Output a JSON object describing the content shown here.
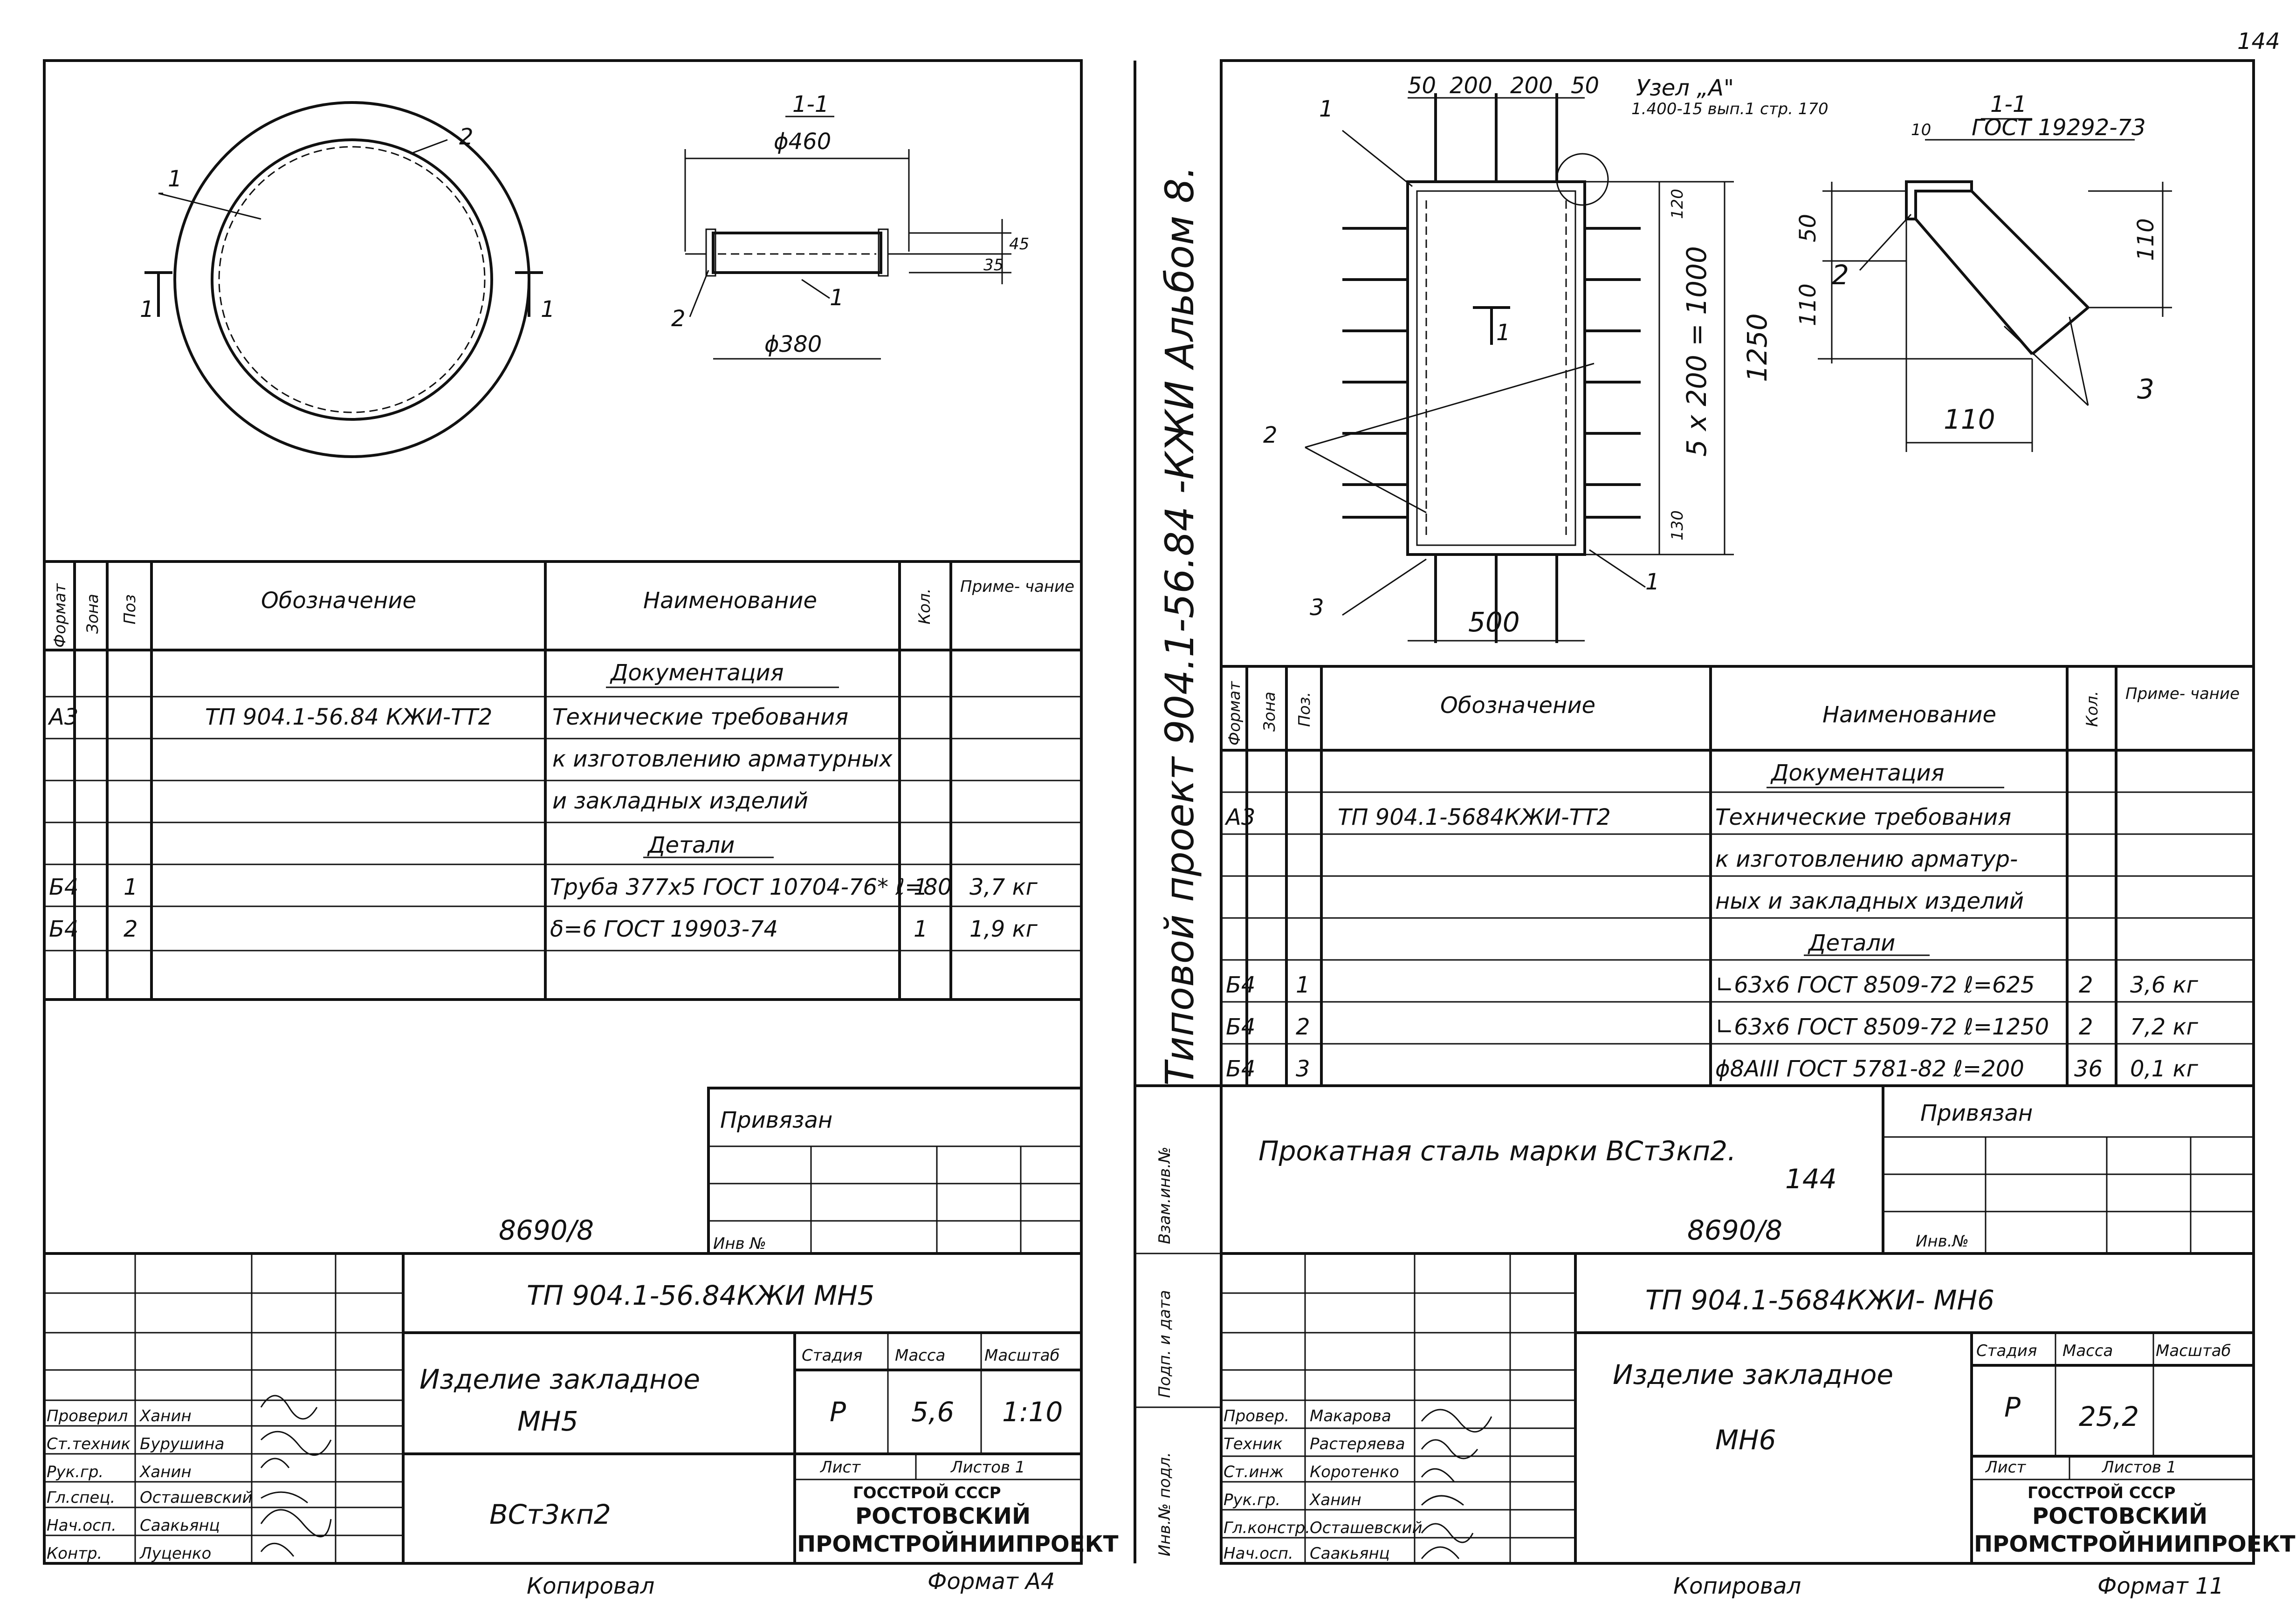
{
  "page_number": "144",
  "left_sheet": {
    "drawing": {
      "section_label": "1-1",
      "pos_1": "1",
      "pos_2": "2",
      "diameter_outer": "ϕ460",
      "diameter_inner": "ϕ380",
      "dim_35": "35",
      "dim_45": "45",
      "cut_mark": "1"
    },
    "spec": {
      "headers": {
        "format": "Формат",
        "zone": "Зона",
        "pos": "Поз",
        "designation": "Обозначение",
        "name": "Наименование",
        "qty": "Кол.",
        "note": "Приме-\nчание"
      },
      "section_docs": "Документация",
      "row_doc": {
        "format": "А3",
        "designation": "ТП 904.1-56.84 КЖИ-ТТ2",
        "name_lines": [
          "Технические требования",
          "к изготовлению арматурных",
          "и закладных изделий"
        ]
      },
      "section_parts": "Детали",
      "rows": [
        {
          "format": "Б4",
          "pos": "1",
          "name": "Труба 377х5 ГОСТ 10704-76* ℓ=80",
          "qty": "1",
          "note": "3,7 кг"
        },
        {
          "format": "Б4",
          "pos": "2",
          "name": "δ=6 ГОСТ 19903-74",
          "qty": "1",
          "note": "1,9 кг"
        }
      ]
    },
    "binding": {
      "title": "Привязан",
      "inv": "Инв №",
      "number": "8690/8"
    },
    "title_block": {
      "code": "ТП 904.1-56.84КЖИ МН5",
      "product_lines": [
        "Изделие закладное",
        "МН5"
      ],
      "material": "ВСт3кп2",
      "stage_label": "Стадия",
      "mass_label": "Масса",
      "scale_label": "Масштаб",
      "stage": "Р",
      "mass": "5,6",
      "scale": "1:10",
      "sheet_label": "Лист",
      "sheets_label": "Листов 1",
      "org_lines": [
        "ГОССТРОЙ СССР",
        "РОСТОВСКИЙ",
        "ПРОМСТРОЙНИИПРОЕКТ"
      ],
      "people": [
        {
          "role": "Проверил",
          "name": "Ханин"
        },
        {
          "role": "Ст.техник",
          "name": "Бурушина"
        },
        {
          "role": "Рук.гр.",
          "name": "Ханин"
        },
        {
          "role": "Гл.спец.",
          "name": "Осташевский"
        },
        {
          "role": "Нач.осп.",
          "name": "Саакьянц"
        },
        {
          "role": "Контр.",
          "name": "Луценко"
        }
      ]
    },
    "footer": {
      "copied": "Копировал",
      "format": "Формат А4"
    }
  },
  "spine": {
    "title": "Типовой проект 904.1-56.84 -КЖИ Альбом 8.",
    "labels": [
      "Инв.№ подл.",
      "Подп. и дата",
      "Взам.инв.№"
    ]
  },
  "right_sheet": {
    "drawing": {
      "dims_top": [
        "50",
        "200",
        "200",
        "50"
      ],
      "node_label": "Узел „А\"",
      "node_ref": "1.400-15 вып.1 стр. 170",
      "dim_120": "120",
      "dim_5x200": "5 x 200 = 1000",
      "dim_1250": "1250",
      "dim_130": "130",
      "dim_500": "500",
      "pos_1": "1",
      "pos_2": "2",
      "pos_3": "3",
      "cut_mark": "1",
      "section_label": "1-1",
      "gost": "ГОСТ 19292-73",
      "dim_10": "10",
      "dim_50": "50",
      "dim_110": "110"
    },
    "spec": {
      "headers": {
        "format": "Формат",
        "zone": "Зона",
        "pos": "Поз.",
        "designation": "Обозначение",
        "name": "Наименование",
        "qty": "Кол.",
        "note": "Приме-\nчание"
      },
      "section_docs": "Документация",
      "row_doc": {
        "format": "А3",
        "designation": "ТП 904.1-5684КЖИ-ТТ2",
        "name_lines": [
          "Технические требования",
          "к изготовлению арматур-",
          "ных и закладных изделий"
        ]
      },
      "section_parts": "Детали",
      "rows": [
        {
          "format": "Б4",
          "pos": "1",
          "name": "∟63х6 ГОСТ 8509-72 ℓ=625",
          "qty": "2",
          "note": "3,6 кг"
        },
        {
          "format": "Б4",
          "pos": "2",
          "name": "∟63х6 ГОСТ 8509-72 ℓ=1250",
          "qty": "2",
          "note": "7,2 кг"
        },
        {
          "format": "Б4",
          "pos": "3",
          "name": "ϕ8АIII ГОСТ 5781-82 ℓ=200",
          "qty": "36",
          "note": "0,1 кг"
        }
      ]
    },
    "material_note": "Прокатная сталь марки ВСт3кп2.",
    "page_mark": "144",
    "binding": {
      "title": "Привязан",
      "inv": "Инв.№",
      "number": "8690/8"
    },
    "title_block": {
      "code": "ТП 904.1-5684КЖИ- МН6",
      "product_lines": [
        "Изделие закладное",
        "МН6"
      ],
      "stage_label": "Стадия",
      "mass_label": "Масса",
      "scale_label": "Масштаб",
      "stage": "Р",
      "mass": "25,2",
      "scale": "",
      "sheet_label": "Лист",
      "sheets_label": "Листов 1",
      "org_lines": [
        "ГОССТРОЙ СССР",
        "РОСТОВСКИЙ",
        "ПРОМСТРОЙНИИПРОЕКТ"
      ],
      "people": [
        {
          "role": "Провер.",
          "name": "Макарова"
        },
        {
          "role": "Техник",
          "name": "Растеряева"
        },
        {
          "role": "Ст.инж",
          "name": "Коротенко"
        },
        {
          "role": "Рук.гр.",
          "name": "Ханин"
        },
        {
          "role": "Гл.констр.",
          "name": "Осташевский"
        },
        {
          "role": "Нач.осп.",
          "name": "Саакьянц"
        }
      ]
    },
    "footer": {
      "copied": "Копировал",
      "format": "Формат 11"
    }
  }
}
